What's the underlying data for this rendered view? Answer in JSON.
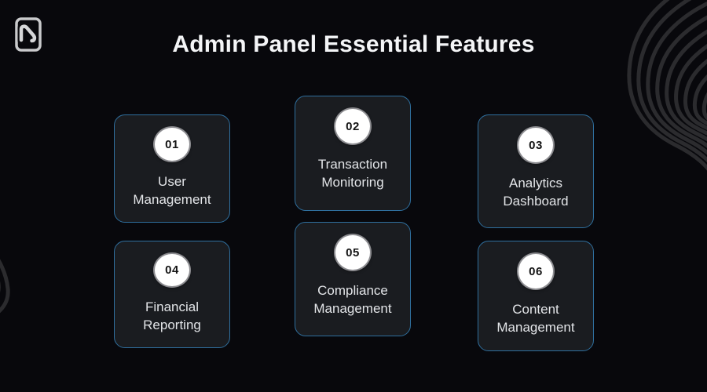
{
  "page": {
    "background_color": "#08080c",
    "title": "Admin Panel Essential Features",
    "accent_color": "#2f6f9e",
    "card_background": "#1a1c20",
    "text_color": "#e3e5e8",
    "badge_background": "#ffffff",
    "badge_text_color": "#141414",
    "decoration_line_color": "#2b2b2e"
  },
  "logo": {
    "name": "brand-logo",
    "shape": "rounded-rect-with-swoosh",
    "color": "#c9cacc"
  },
  "cards": [
    {
      "number": "01",
      "label": "User Management"
    },
    {
      "number": "02",
      "label": "Transaction Monitoring"
    },
    {
      "number": "03",
      "label": "Analytics Dashboard"
    },
    {
      "number": "04",
      "label": "Financial Reporting"
    },
    {
      "number": "05",
      "label": "Compliance Management"
    },
    {
      "number": "06",
      "label": "Content Management"
    }
  ]
}
